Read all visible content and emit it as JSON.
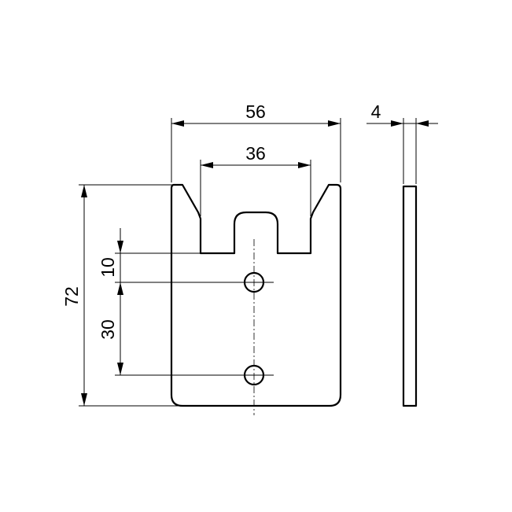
{
  "dimensions": {
    "overall_width": "56",
    "slot_width": "36",
    "thickness": "4",
    "overall_height": "72",
    "slot_to_hole": "10",
    "hole_spacing": "30"
  }
}
